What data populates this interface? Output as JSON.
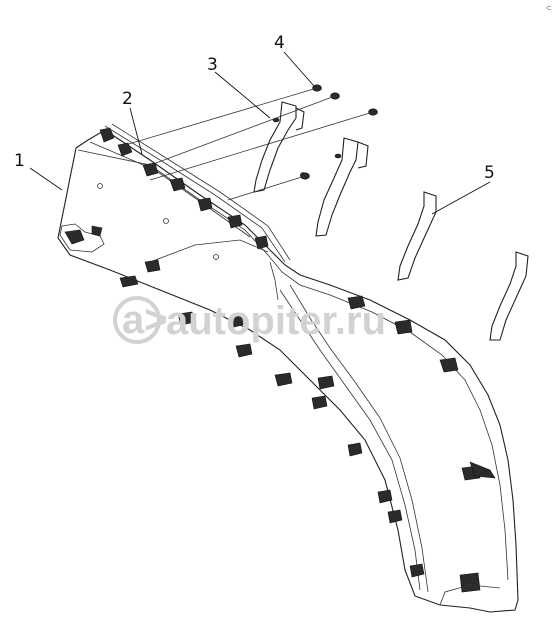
{
  "callouts": [
    {
      "id": "1",
      "label": "1"
    },
    {
      "id": "2",
      "label": "2"
    },
    {
      "id": "3",
      "label": "3"
    },
    {
      "id": "4",
      "label": "4"
    },
    {
      "id": "5",
      "label": "5"
    }
  ],
  "watermark": {
    "text": "autopiter.ru",
    "logo": "a>"
  },
  "corner_mark": "⊂",
  "colors": {
    "line": "#222222",
    "watermark": "#d2d2d2",
    "background": "#ffffff"
  }
}
